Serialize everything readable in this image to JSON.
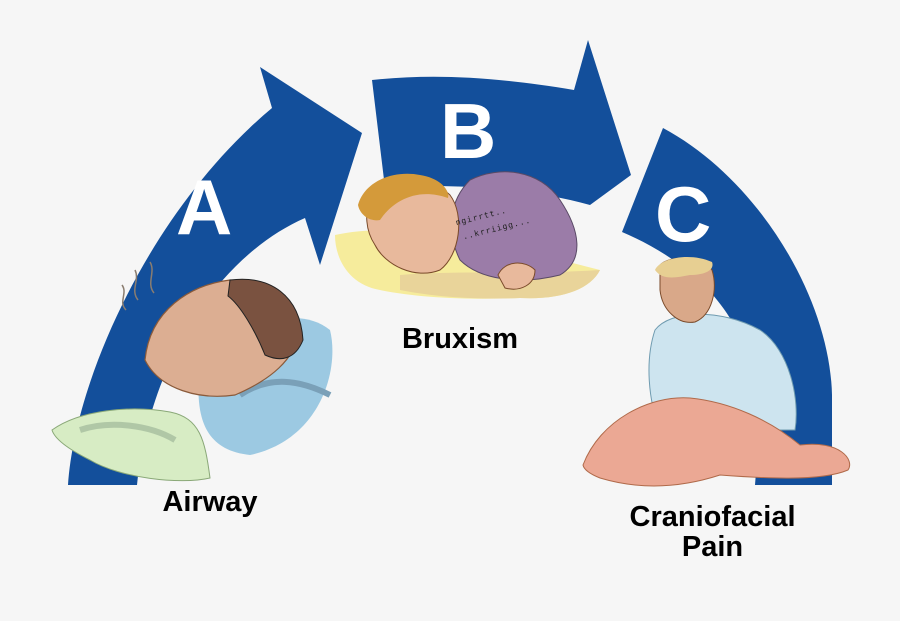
{
  "colors": {
    "background": "#f6f6f6",
    "arrow_blue": "#134f9b",
    "letter_white": "#ffffff",
    "label_black": "#000000"
  },
  "steps": [
    {
      "letter": "A",
      "label": "Airway",
      "illustration": "snoring-sleeper-icon"
    },
    {
      "letter": "B",
      "label": "Bruxism",
      "illustration": "teeth-grinding-sleeper-icon",
      "sound_lines": [
        "ngirrtt..",
        "..krriigg..."
      ]
    },
    {
      "letter": "C",
      "label_line1": "Craniofacial",
      "label_line2": "Pain",
      "illustration": "headache-person-icon"
    }
  ]
}
